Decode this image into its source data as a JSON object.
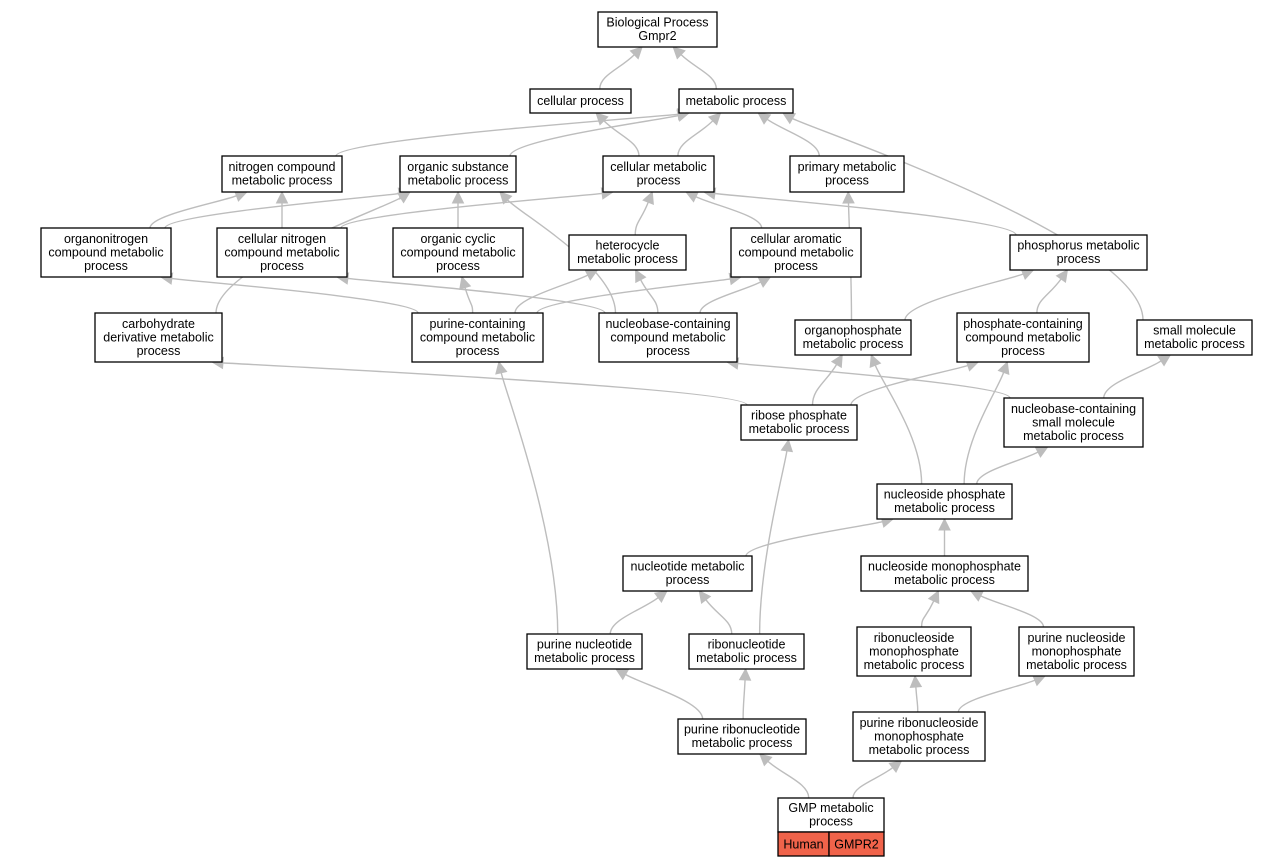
{
  "graph": {
    "title": "GO graph for Gmpr2",
    "colors": {
      "edge": "#bdbdbd",
      "node_border": "#000000",
      "node_fill": "#ffffff",
      "tag_fill": "#f0634a"
    },
    "nodes": [
      {
        "id": "bp",
        "lines": [
          "Biological Process",
          "Gmpr2"
        ]
      },
      {
        "id": "cellular",
        "lines": [
          "cellular process"
        ]
      },
      {
        "id": "metabolic",
        "lines": [
          "metabolic process"
        ]
      },
      {
        "id": "nitrogen",
        "lines": [
          "nitrogen compound",
          "metabolic process"
        ]
      },
      {
        "id": "orgsub",
        "lines": [
          "organic substance",
          "metabolic process"
        ]
      },
      {
        "id": "cellmet",
        "lines": [
          "cellular metabolic",
          "process"
        ]
      },
      {
        "id": "primary",
        "lines": [
          "primary metabolic",
          "process"
        ]
      },
      {
        "id": "organonitrogen",
        "lines": [
          "organonitrogen",
          "compound metabolic",
          "process"
        ]
      },
      {
        "id": "cellnitrogen",
        "lines": [
          "cellular nitrogen",
          "compound metabolic",
          "process"
        ]
      },
      {
        "id": "orgcyclic",
        "lines": [
          "organic cyclic",
          "compound metabolic",
          "process"
        ]
      },
      {
        "id": "heterocycle",
        "lines": [
          "heterocycle",
          "metabolic process"
        ]
      },
      {
        "id": "cellaromatic",
        "lines": [
          "cellular aromatic",
          "compound metabolic",
          "process"
        ]
      },
      {
        "id": "phosphorus",
        "lines": [
          "phosphorus metabolic",
          "process"
        ]
      },
      {
        "id": "carbohydrate",
        "lines": [
          "carbohydrate",
          "derivative metabolic",
          "process"
        ]
      },
      {
        "id": "purinecont",
        "lines": [
          "purine-containing",
          "compound metabolic",
          "process"
        ]
      },
      {
        "id": "nucbasecont",
        "lines": [
          "nucleobase-containing",
          "compound metabolic",
          "process"
        ]
      },
      {
        "id": "organophosphate",
        "lines": [
          "organophosphate",
          "metabolic process"
        ]
      },
      {
        "id": "phoscont",
        "lines": [
          "phosphate-containing",
          "compound metabolic",
          "process"
        ]
      },
      {
        "id": "smallmol",
        "lines": [
          "small molecule",
          "metabolic process"
        ]
      },
      {
        "id": "ribosephos",
        "lines": [
          "ribose phosphate",
          "metabolic process"
        ]
      },
      {
        "id": "nucbasesmall",
        "lines": [
          "nucleobase-containing",
          "small molecule",
          "metabolic process"
        ]
      },
      {
        "id": "nucphos",
        "lines": [
          "nucleoside phosphate",
          "metabolic process"
        ]
      },
      {
        "id": "nucleotide",
        "lines": [
          "nucleotide metabolic",
          "process"
        ]
      },
      {
        "id": "nucmonophos",
        "lines": [
          "nucleoside monophosphate",
          "metabolic process"
        ]
      },
      {
        "id": "purnucleotide",
        "lines": [
          "purine nucleotide",
          "metabolic process"
        ]
      },
      {
        "id": "ribonucleotide",
        "lines": [
          "ribonucleotide",
          "metabolic process"
        ]
      },
      {
        "id": "ribonucmono",
        "lines": [
          "ribonucleoside",
          "monophosphate",
          "metabolic process"
        ]
      },
      {
        "id": "purnucmono",
        "lines": [
          "purine nucleoside",
          "monophosphate",
          "metabolic process"
        ]
      },
      {
        "id": "purribonucleotide",
        "lines": [
          "purine ribonucleotide",
          "metabolic process"
        ]
      },
      {
        "id": "purribonucmono",
        "lines": [
          "purine ribonucleoside",
          "monophosphate",
          "metabolic process"
        ]
      },
      {
        "id": "gmp",
        "lines": [
          "GMP metabolic",
          "process"
        ],
        "tags": [
          "Human",
          "GMPR2"
        ]
      }
    ],
    "edges": [
      [
        "cellular",
        "bp"
      ],
      [
        "metabolic",
        "bp"
      ],
      [
        "nitrogen",
        "metabolic"
      ],
      [
        "orgsub",
        "metabolic"
      ],
      [
        "cellmet",
        "cellular"
      ],
      [
        "cellmet",
        "metabolic"
      ],
      [
        "primary",
        "metabolic"
      ],
      [
        "smallmol",
        "metabolic"
      ],
      [
        "organonitrogen",
        "nitrogen"
      ],
      [
        "organonitrogen",
        "orgsub"
      ],
      [
        "cellnitrogen",
        "nitrogen"
      ],
      [
        "cellnitrogen",
        "cellmet"
      ],
      [
        "orgcyclic",
        "orgsub"
      ],
      [
        "heterocycle",
        "cellmet"
      ],
      [
        "cellaromatic",
        "cellmet"
      ],
      [
        "phosphorus",
        "cellmet"
      ],
      [
        "carbohydrate",
        "orgsub"
      ],
      [
        "purinecont",
        "organonitrogen"
      ],
      [
        "purinecont",
        "orgcyclic"
      ],
      [
        "purinecont",
        "heterocycle"
      ],
      [
        "purinecont",
        "cellaromatic"
      ],
      [
        "nucbasecont",
        "cellnitrogen"
      ],
      [
        "nucbasecont",
        "heterocycle"
      ],
      [
        "nucbasecont",
        "cellaromatic"
      ],
      [
        "nucbasecont",
        "orgsub"
      ],
      [
        "organophosphate",
        "primary"
      ],
      [
        "organophosphate",
        "phosphorus"
      ],
      [
        "phoscont",
        "phosphorus"
      ],
      [
        "ribosephos",
        "carbohydrate"
      ],
      [
        "ribosephos",
        "organophosphate"
      ],
      [
        "ribosephos",
        "phoscont"
      ],
      [
        "nucbasesmall",
        "nucbasecont"
      ],
      [
        "nucbasesmall",
        "smallmol"
      ],
      [
        "nucphos",
        "organophosphate"
      ],
      [
        "nucphos",
        "phoscont"
      ],
      [
        "nucphos",
        "nucbasesmall"
      ],
      [
        "nucleotide",
        "nucphos"
      ],
      [
        "nucmonophos",
        "nucphos"
      ],
      [
        "purnucleotide",
        "purinecont"
      ],
      [
        "purnucleotide",
        "nucleotide"
      ],
      [
        "ribonucleotide",
        "nucleotide"
      ],
      [
        "ribonucleotide",
        "ribosephos"
      ],
      [
        "ribonucmono",
        "nucmonophos"
      ],
      [
        "purnucmono",
        "nucmonophos"
      ],
      [
        "purribonucleotide",
        "purnucleotide"
      ],
      [
        "purribonucleotide",
        "ribonucleotide"
      ],
      [
        "purribonucmono",
        "ribonucmono"
      ],
      [
        "purribonucmono",
        "purnucmono"
      ],
      [
        "gmp",
        "purribonucleotide"
      ],
      [
        "gmp",
        "purribonucmono"
      ]
    ]
  }
}
